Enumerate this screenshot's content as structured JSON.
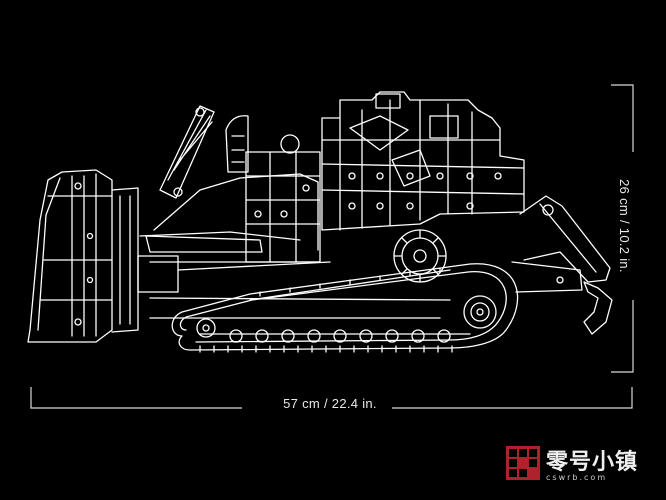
{
  "dimensions": {
    "width_text": "57 cm / 22.4 in.",
    "height_text": "26 cm / 10.2 in."
  },
  "illustration": {
    "icon": "bulldozer-line-drawing",
    "line_color": "#ffffff",
    "background_color": "#000000"
  },
  "watermark": {
    "title": "零号小镇",
    "subtitle": "cswrb.com",
    "logo_color": "#b0222b"
  }
}
